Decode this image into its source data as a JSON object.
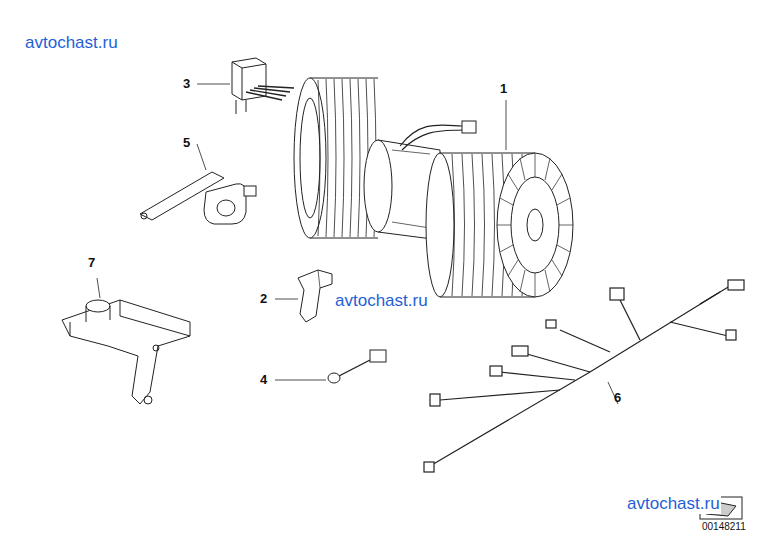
{
  "diagram": {
    "labels": [
      "avtochast.ru",
      "1",
      "3",
      "5",
      "7",
      "2",
      "avtochast.ru",
      "4",
      "6",
      "avtochast.ru",
      "00148211"
    ]
  }
}
